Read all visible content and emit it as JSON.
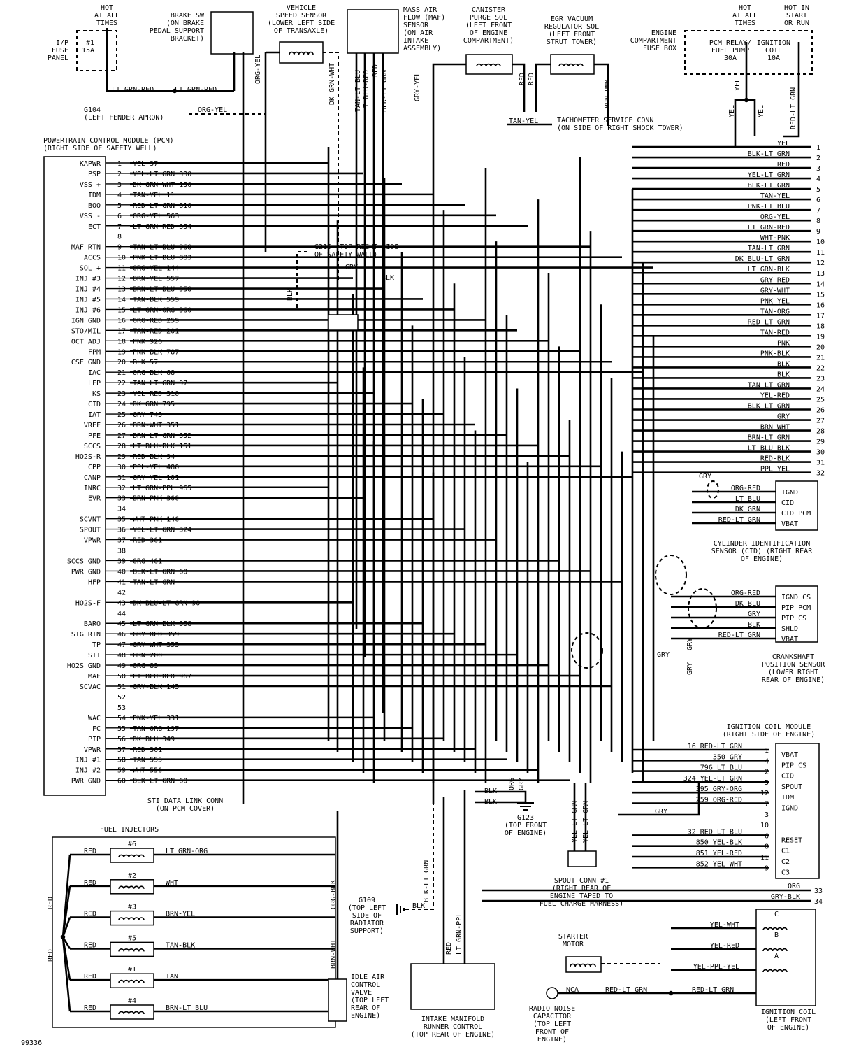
{
  "pcm": {
    "title": "POWERTRAIN CONTROL MODULE (PCM)",
    "subtitle": "(RIGHT SIDE OF SAFETY WELL)",
    "pins": [
      {
        "n": "1",
        "func": "KAPWR",
        "wire": "YEL 37"
      },
      {
        "n": "2",
        "func": "PSP",
        "wire": "YEL-LT GRN 330"
      },
      {
        "n": "3",
        "func": "VSS +",
        "wire": "DK GRN-WHT 150"
      },
      {
        "n": "4",
        "func": "IDM",
        "wire": "TAN-YEL 11"
      },
      {
        "n": "5",
        "func": "BOO",
        "wire": "RED-LT GRN 810"
      },
      {
        "n": "6",
        "func": "VSS -",
        "wire": "ORG-YEL 563"
      },
      {
        "n": "7",
        "func": "ECT",
        "wire": "LT GRN-RED 354"
      },
      {
        "n": "8",
        "func": "",
        "wire": ""
      },
      {
        "n": "9",
        "func": "MAF RTN",
        "wire": "TAN-LT BLU 968"
      },
      {
        "n": "10",
        "func": "ACCS",
        "wire": "PNK-LT BLU 883"
      },
      {
        "n": "11",
        "func": "SOL +",
        "wire": "ORG-YEL 144"
      },
      {
        "n": "12",
        "func": "INJ #3",
        "wire": "BRN-YEL 557"
      },
      {
        "n": "13",
        "func": "INJ #4",
        "wire": "BRN-LT BLU 558"
      },
      {
        "n": "14",
        "func": "INJ #5",
        "wire": "TAN-BLK 559"
      },
      {
        "n": "15",
        "func": "INJ #6",
        "wire": "LT GRN-ORG 560"
      },
      {
        "n": "16",
        "func": "IGN GND",
        "wire": "ORG-RED 259"
      },
      {
        "n": "17",
        "func": "STO/MIL",
        "wire": "TAN-RED 201"
      },
      {
        "n": "18",
        "func": "OCT ADJ",
        "wire": "PNK 926"
      },
      {
        "n": "19",
        "func": "FPM",
        "wire": "PNK-BLK 787"
      },
      {
        "n": "20",
        "func": "CSE GND",
        "wire": "BLK 57"
      },
      {
        "n": "21",
        "func": "IAC",
        "wire": "ORG-BLK 68"
      },
      {
        "n": "22",
        "func": "LFP",
        "wire": "TAN-LT GRN 97"
      },
      {
        "n": "23",
        "func": "KS",
        "wire": "YEL-RED 310"
      },
      {
        "n": "24",
        "func": "CID",
        "wire": "DK GRN 795"
      },
      {
        "n": "25",
        "func": "IAT",
        "wire": "GRY 743"
      },
      {
        "n": "26",
        "func": "VREF",
        "wire": "BRN-WHT 351"
      },
      {
        "n": "27",
        "func": "PFE",
        "wire": "BRN-LT GRN 352"
      },
      {
        "n": "28",
        "func": "SCCS",
        "wire": "LT BLU-BLK 151"
      },
      {
        "n": "29",
        "func": "HO2S-R",
        "wire": "RED-BLK 94"
      },
      {
        "n": "30",
        "func": "CPP",
        "wire": "PPL-YEL 480"
      },
      {
        "n": "31",
        "func": "CANP",
        "wire": "GRY-YEL 101"
      },
      {
        "n": "32",
        "func": "INRC",
        "wire": "LT GRN-PPL 965"
      },
      {
        "n": "33",
        "func": "EVR",
        "wire": "BRN-PNK 360"
      },
      {
        "n": "34",
        "func": "",
        "wire": ""
      },
      {
        "n": "35",
        "func": "SCVNT",
        "wire": "WHT-PNK 146"
      },
      {
        "n": "36",
        "func": "SPOUT",
        "wire": "YEL-LT GRN 324"
      },
      {
        "n": "37",
        "func": "VPWR",
        "wire": "RED 361"
      },
      {
        "n": "38",
        "func": "",
        "wire": ""
      },
      {
        "n": "39",
        "func": "SCCS GND",
        "wire": "ORG 461"
      },
      {
        "n": "40",
        "func": "PWR GND",
        "wire": "BLK-LT GRN 60"
      },
      {
        "n": "41",
        "func": "HFP",
        "wire": "TAN-LT GRN"
      },
      {
        "n": "42",
        "func": "",
        "wire": ""
      },
      {
        "n": "43",
        "func": "HO2S-F",
        "wire": "DK BLU-LT GRN 90"
      },
      {
        "n": "44",
        "func": "",
        "wire": ""
      },
      {
        "n": "45",
        "func": "BARO",
        "wire": "LT GRN-BLK 358"
      },
      {
        "n": "46",
        "func": "SIG RTN",
        "wire": "GRY-RED 359"
      },
      {
        "n": "47",
        "func": "TP",
        "wire": "GRY-WHT 355"
      },
      {
        "n": "48",
        "func": "STI",
        "wire": "BRN 200"
      },
      {
        "n": "49",
        "func": "HO2S GND",
        "wire": "ORG 89"
      },
      {
        "n": "50",
        "func": "MAF",
        "wire": "LT BLU-RED 967"
      },
      {
        "n": "51",
        "func": "SCVAC",
        "wire": "GRY-BLK 145"
      },
      {
        "n": "52",
        "func": "",
        "wire": ""
      },
      {
        "n": "53",
        "func": "",
        "wire": ""
      },
      {
        "n": "54",
        "func": "WAC",
        "wire": "PNK-YEL 331"
      },
      {
        "n": "55",
        "func": "FC",
        "wire": "TAN-ORG 197"
      },
      {
        "n": "56",
        "func": "PIP",
        "wire": "DK BLU 349"
      },
      {
        "n": "57",
        "func": "VPWR",
        "wire": "RED 361"
      },
      {
        "n": "58",
        "func": "INJ #1",
        "wire": "TAN 555"
      },
      {
        "n": "59",
        "func": "INJ #2",
        "wire": "WHT 556"
      },
      {
        "n": "60",
        "func": "PWR GND",
        "wire": "BLK-LT GRN 60"
      }
    ]
  },
  "right_bus": [
    {
      "n": "1",
      "wire": "YEL"
    },
    {
      "n": "2",
      "wire": "BLK-LT GRN"
    },
    {
      "n": "3",
      "wire": "RED"
    },
    {
      "n": "4",
      "wire": "YEL-LT GRN"
    },
    {
      "n": "5",
      "wire": "BLK-LT GRN"
    },
    {
      "n": "6",
      "wire": "TAN-YEL"
    },
    {
      "n": "7",
      "wire": "PNK-LT BLU"
    },
    {
      "n": "8",
      "wire": "ORG-YEL"
    },
    {
      "n": "9",
      "wire": "LT GRN-RED"
    },
    {
      "n": "10",
      "wire": "WHT-PNK"
    },
    {
      "n": "11",
      "wire": "TAN-LT GRN"
    },
    {
      "n": "12",
      "wire": "DK BLU-LT GRN"
    },
    {
      "n": "13",
      "wire": "LT GRN-BLK"
    },
    {
      "n": "14",
      "wire": "GRY-RED"
    },
    {
      "n": "15",
      "wire": "GRY-WHT"
    },
    {
      "n": "16",
      "wire": "PNK-YEL"
    },
    {
      "n": "17",
      "wire": "TAN-ORG"
    },
    {
      "n": "18",
      "wire": "RED-LT GRN"
    },
    {
      "n": "19",
      "wire": "TAN-RED"
    },
    {
      "n": "20",
      "wire": "PNK"
    },
    {
      "n": "21",
      "wire": "PNK-BLK"
    },
    {
      "n": "22",
      "wire": "BLK"
    },
    {
      "n": "23",
      "wire": "BLK"
    },
    {
      "n": "24",
      "wire": "TAN-LT GRN"
    },
    {
      "n": "25",
      "wire": "YEL-RED"
    },
    {
      "n": "26",
      "wire": "BLK-LT GRN"
    },
    {
      "n": "27",
      "wire": "GRY"
    },
    {
      "n": "28",
      "wire": "BRN-WHT"
    },
    {
      "n": "29",
      "wire": "BRN-LT GRN"
    },
    {
      "n": "30",
      "wire": "LT BLU-BLK"
    },
    {
      "n": "31",
      "wire": "RED-BLK"
    },
    {
      "n": "32",
      "wire": "PPL-YEL"
    }
  ],
  "extra_bus": [
    {
      "n": "33",
      "wire": "ORG"
    },
    {
      "n": "34",
      "wire": "GRY-BLK"
    }
  ],
  "top": {
    "fuse_panel": {
      "hot": "HOT\nAT ALL\nTIMES",
      "panel": "I/P\nFUSE\nPANEL",
      "fuse": "#1\n15A"
    },
    "brake_sw": "BRAKE SW\n(ON BRAKE\nPEDAL SUPPORT\nBRACKET)",
    "vss": "VEHICLE\nSPEED SENSOR\n(LOWER LEFT SIDE\nOF TRANSAXLE)",
    "maf": "MASS AIR\nFLOW (MAF)\nSENSOR\n(ON AIR\nINTAKE\nASSEMBLY)",
    "canister": "CANISTER\nPURGE SOL\n(LEFT FRONT\nOF ENGINE\nCOMPARTMENT)",
    "egr": "EGR VACUUM\nREGULATOR SOL\n(LEFT FRONT\nSTRUT TOWER)",
    "engine_fuse_box": "ENGINE\nCOMPARTMENT\nFUSE BOX",
    "hot1": "HOT\nAT ALL\nTIMES",
    "hot2": "HOT IN\nSTART\nOR RUN",
    "pcm_relay": "PCM RELAY/\nFUEL PUMP\n30A",
    "ign_coil_fuse": "IGNITION\nCOIL\n10A",
    "g104": "G104\n(LEFT FENDER APRON)",
    "tach": "TACHOMETER SERVICE CONN\n(ON SIDE OF RIGHT SHOCK TOWER)",
    "g215": "G215 (TOP RIGHT SIDE\nOF SAFETY WALL)"
  },
  "wire_tags": {
    "lt_grn_red_a": "LT GRN-RED",
    "lt_grn_red_b": "LT GRN-RED",
    "org_yel": "ORG-YEL",
    "org_yel_v": "ORG-YEL",
    "dk_grn_wht": "DK GRN-WHT",
    "tan_lt_blu": "TAN-LT BLU",
    "lt_blu_red": "LT BLU-RED",
    "red": "RED",
    "blk_lt_grn": "BLK-LT GRN",
    "gry_yel": "GRY-YEL",
    "red_c1": "RED",
    "red_c2": "RED",
    "brn_pnk": "BRN-PNK",
    "yel": "YEL",
    "yel_l": "YEL",
    "yel_r": "YEL",
    "red_lt_grn": "RED-LT GRN",
    "tan_yel": "TAN-YEL",
    "gry": "GRY",
    "blk": "BLK",
    "blk_v": "BLK"
  },
  "cid": {
    "title": "CYLINDER IDENTIFICATION\nSENSOR (CID) (RIGHT REAR\nOF ENGINE)",
    "pins": [
      "IGND",
      "CID",
      "CID PCM",
      "VBAT"
    ],
    "wires": [
      "ORG-RED",
      "LT BLU",
      "DK GRN",
      "RED-LT GRN"
    ],
    "gry": "GRY"
  },
  "ckp": {
    "title": "CRANKSHAFT\nPOSITION SENSOR\n(LOWER RIGHT\nREAR OF ENGINE)",
    "pins": [
      "IGND CS",
      "PIP PCM",
      "PIP CS",
      "SHLD",
      "VBAT"
    ],
    "wires": [
      "ORG-RED",
      "DK BLU",
      "GRY",
      "BLK",
      "RED-LT GRN"
    ],
    "gry_a": "GRY",
    "gry_b": "GRY",
    "gry_c": "GRY"
  },
  "icm": {
    "title": "IGNITION COIL MODULE\n(RIGHT SIDE OF ENGINE)",
    "pins": [
      {
        "n": "1",
        "name": "VBAT",
        "wire": "16 RED-LT GRN"
      },
      {
        "n": "4",
        "name": "PIP CS",
        "wire": "350 GRY"
      },
      {
        "n": "2",
        "name": "CID",
        "wire": "796 LT BLU"
      },
      {
        "n": "5",
        "name": "SPOUT",
        "wire": "324 YEL-LT GRN"
      },
      {
        "n": "12",
        "name": "IDM",
        "wire": "395 GRY-ORG"
      },
      {
        "n": "7",
        "name": "IGND",
        "wire": "259 ORG-RED"
      },
      {
        "n": "3",
        "name": "",
        "wire": ""
      },
      {
        "n": "10",
        "name": "",
        "wire": ""
      },
      {
        "n": "6",
        "name": "RESET",
        "wire": "32 RED-LT BLU"
      },
      {
        "n": "8",
        "name": "C1",
        "wire": "850 YEL-BLK"
      },
      {
        "n": "11",
        "name": "C2",
        "wire": "851 YEL-RED"
      },
      {
        "n": "9",
        "name": "C3",
        "wire": "852 YEL-WHT"
      }
    ],
    "gry": "GRY"
  },
  "bottom": {
    "sti": "STI DATA LINK CONN\n(ON PCM COVER)",
    "injectors_title": "FUEL INJECTORS",
    "injectors": [
      {
        "num": "#6",
        "wire": "LT GRN-ORG"
      },
      {
        "num": "#2",
        "wire": "WHT"
      },
      {
        "num": "#3",
        "wire": "BRN-YEL"
      },
      {
        "num": "#5",
        "wire": "TAN-BLK"
      },
      {
        "num": "#1",
        "wire": "TAN"
      },
      {
        "num": "#4",
        "wire": "BRN-LT BLU"
      }
    ],
    "inj_red": "RED",
    "g123": "G123\n(TOP FRONT\nOF ENGINE)",
    "g109": "G109\n(TOP LEFT\nSIDE OF\nRADIATOR\nSUPPORT)",
    "spout": "SPOUT CONN #1\n(RIGHT REAR OF\nENGINE TAPED TO\nFUEL CHARGE HARNESS)",
    "iac": "IDLE AIR\nCONTROL\nVALVE\n(TOP LEFT\nREAR OF\nENGINE)",
    "imrc": "INTAKE MANIFOLD\nRUNNER CONTROL\n(TOP REAR OF ENGINE)",
    "starter": "STARTER\nMOTOR",
    "radio_cap": "RADIO NOISE\nCAPACITOR\n(TOP LEFT\nFRONT OF\nENGINE)",
    "ign_coil": "IGNITION COIL\n(LEFT FRONT\nOF ENGINE)",
    "nca": "NCA",
    "coil_wires": [
      "YEL-WHT",
      "YEL-RED",
      "YEL-PPL-YEL",
      "RED-LT GRN",
      "RED-LT GRN"
    ],
    "coil_letters": [
      "C",
      "B",
      "A"
    ],
    "tags": {
      "org_gry": "ORG",
      "gry_v": "GRY",
      "blk1": "BLK",
      "blk2": "BLK",
      "yel_lt_grn1": "YEL-LT GRN",
      "yel_lt_grn2": "YEL-LT GRN",
      "blk_lt_grn": "BLK-LT GRN",
      "blk_g": "BLK",
      "org_blk": "ORG-BLK",
      "brn_wht": "BRN-WHT",
      "red_imrc": "RED",
      "lt_grn_ppl": "LT GRN-PPL",
      "gry_b": "GRY"
    },
    "doc_id": "99336"
  }
}
